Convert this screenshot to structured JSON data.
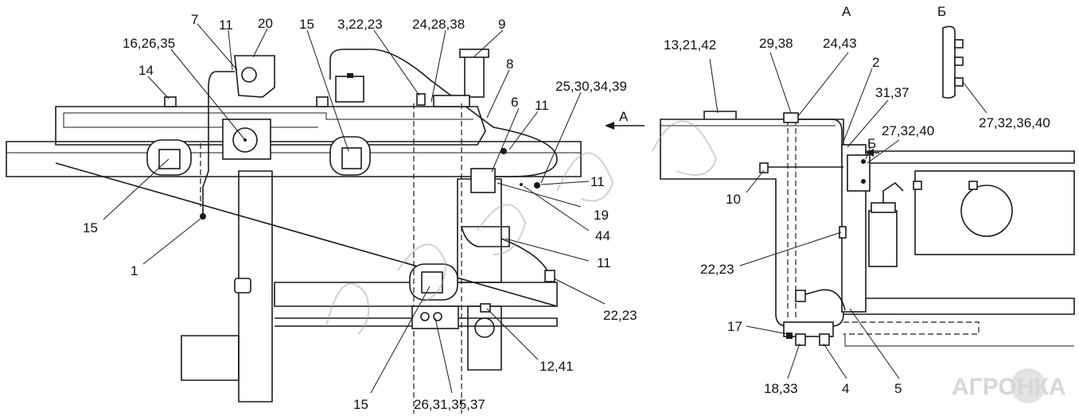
{
  "labels": {
    "l1": "1",
    "l2": "2",
    "l4": "4",
    "l5": "5",
    "l6": "6",
    "l7": "7",
    "l8": "8",
    "l9": "9",
    "l10": "10",
    "l11a": "11",
    "l11b": "11",
    "l11c": "11",
    "l11d": "11",
    "l12_41": "12,41",
    "l13_21_42": "13,21,42",
    "l14": "14",
    "l15a": "15",
    "l15b": "15",
    "l15c": "15",
    "l16_26_35": "16,26,35",
    "l17": "17",
    "l18_33": "18,33",
    "l19": "19",
    "l20": "20",
    "l22_23a": "22,23",
    "l22_23b": "22,23",
    "l24_28_38": "24,28,38",
    "l24_43": "24,43",
    "l25_30_34_39": "25,30,34,39",
    "l26_31_35_37": "26,31,35,37",
    "l27_32_36_40": "27,32,36,40",
    "l27_32_40": "27,32,40",
    "l29_38": "29,38",
    "l3_22_23": "3,22,23",
    "l31_37": "31,37",
    "l44": "44"
  },
  "views": {
    "view_a": "А",
    "view_b": "Б",
    "arrow_a": "А",
    "arrow_b": "Б"
  },
  "logo": {
    "text_left": "АГРО",
    "text_right": "НКА"
  },
  "watermark": {
    "icon": "watermark-script"
  }
}
